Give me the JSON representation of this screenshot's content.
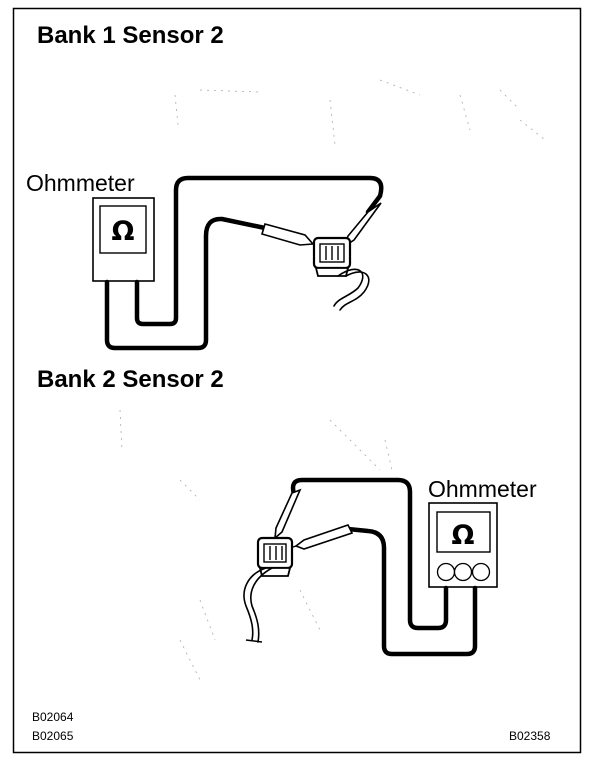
{
  "panels": [
    {
      "title": "Bank 1 Sensor 2",
      "meter_label": "Ohmmeter",
      "meter_symbol": "Ω"
    },
    {
      "title": "Bank 2 Sensor 2",
      "meter_label": "Ohmmeter",
      "meter_symbol": "Ω"
    }
  ],
  "figure_codes": {
    "left": [
      "B02064",
      "B02065"
    ],
    "right": "B02358"
  }
}
